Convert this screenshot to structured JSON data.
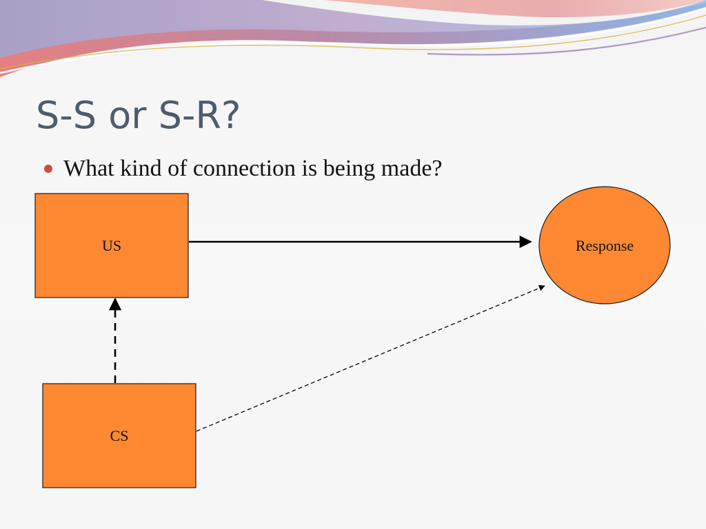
{
  "slide": {
    "title": "S-S or S-R?",
    "bullet": "What kind of connection is being made?"
  },
  "diagram": {
    "nodes": {
      "us": {
        "label": "US",
        "shape": "rectangle"
      },
      "cs": {
        "label": "CS",
        "shape": "rectangle"
      },
      "response": {
        "label": "Response",
        "shape": "ellipse"
      }
    },
    "edges": [
      {
        "from": "US",
        "to": "Response",
        "style": "solid"
      },
      {
        "from": "CS",
        "to": "US",
        "style": "dashed"
      },
      {
        "from": "CS",
        "to": "Response",
        "style": "dashed"
      }
    ],
    "colors": {
      "node_fill": "#ff8833",
      "node_stroke": "#1a1a1a",
      "edge": "#000000",
      "title": "#4d5b6d",
      "bullet": "#c8503c"
    }
  }
}
